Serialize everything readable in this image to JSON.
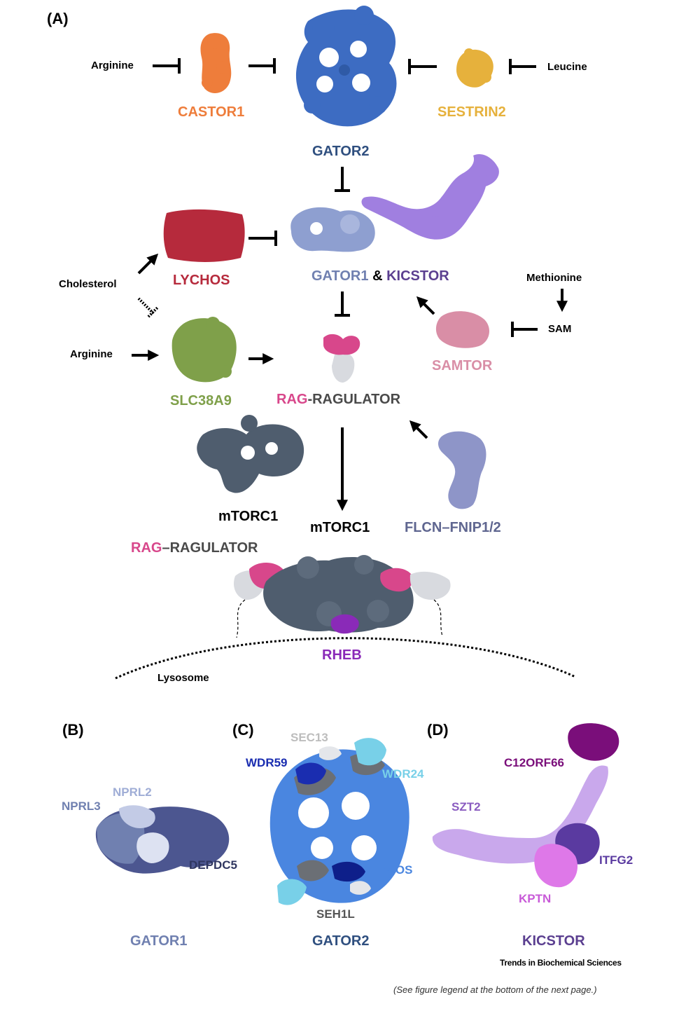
{
  "colors": {
    "castor": "#ee7d3b",
    "gator2": "#3d6cc2",
    "gator2_label": "#2f4f7f",
    "sestrin": "#e6b13c",
    "gator1": "#8e9fd0",
    "gator1_label": "#7080b0",
    "kicstor": "#a07fe0",
    "kicstor_label": "#5b3f90",
    "lychos": "#b62a3c",
    "slc": "#7fa04a",
    "samtor": "#d98ea6",
    "rag": "#d8478b",
    "ragulator_label": "#4a4a4a",
    "mtorc1": "#4f5d6e",
    "flcn": "#8e95c8",
    "rheb": "#8a2ab8"
  },
  "panels": {
    "a": "(A)",
    "b": "(B)",
    "c": "(C)",
    "d": "(D)"
  },
  "panel_a": {
    "arginine_top": "Arginine",
    "leucine": "Leucine",
    "castor1": "CASTOR1",
    "sestrin2": "SESTRIN2",
    "gator2": "GATOR2",
    "lychos": "LYCHOS",
    "gator1": "GATOR1",
    "amp": "&",
    "kicstor": "KICSTOR",
    "cholesterol": "Cholesterol",
    "methionine": "Methionine",
    "sam": "SAM",
    "arginine_mid": "Arginine",
    "samtor": "SAMTOR",
    "slc38a9": "SLC38A9",
    "rag": "RAG",
    "ragulator_hyphen": "-RAGULATOR",
    "mtorc1_structure": "mTORC1",
    "mtorc1_target": "mTORC1",
    "flcn": "FLCN–FNIP1/2",
    "rag2": "RAG",
    "ragulator_dash": "–RAGULATOR",
    "rheb": "RHEB",
    "lysosome": "Lysosome"
  },
  "panel_b": {
    "nprl3": "NPRL3",
    "nprl2": "NPRL2",
    "depdc5": "DEPDC5",
    "title": "GATOR1"
  },
  "panel_c": {
    "sec13": "SEC13",
    "wdr59": "WDR59",
    "wdr24": "WDR24",
    "mios": "MIOS",
    "seh1l": "SEH1L",
    "title": "GATOR2"
  },
  "panel_d": {
    "c12orf66": "C12ORF66",
    "szt2": "SZT2",
    "itfg2": "ITFG2",
    "kptn": "KPTN",
    "title": "KICSTOR"
  },
  "credit": "Trends in Biochemical Sciences",
  "footnote": "(See figure legend at the bottom of the next page.)"
}
